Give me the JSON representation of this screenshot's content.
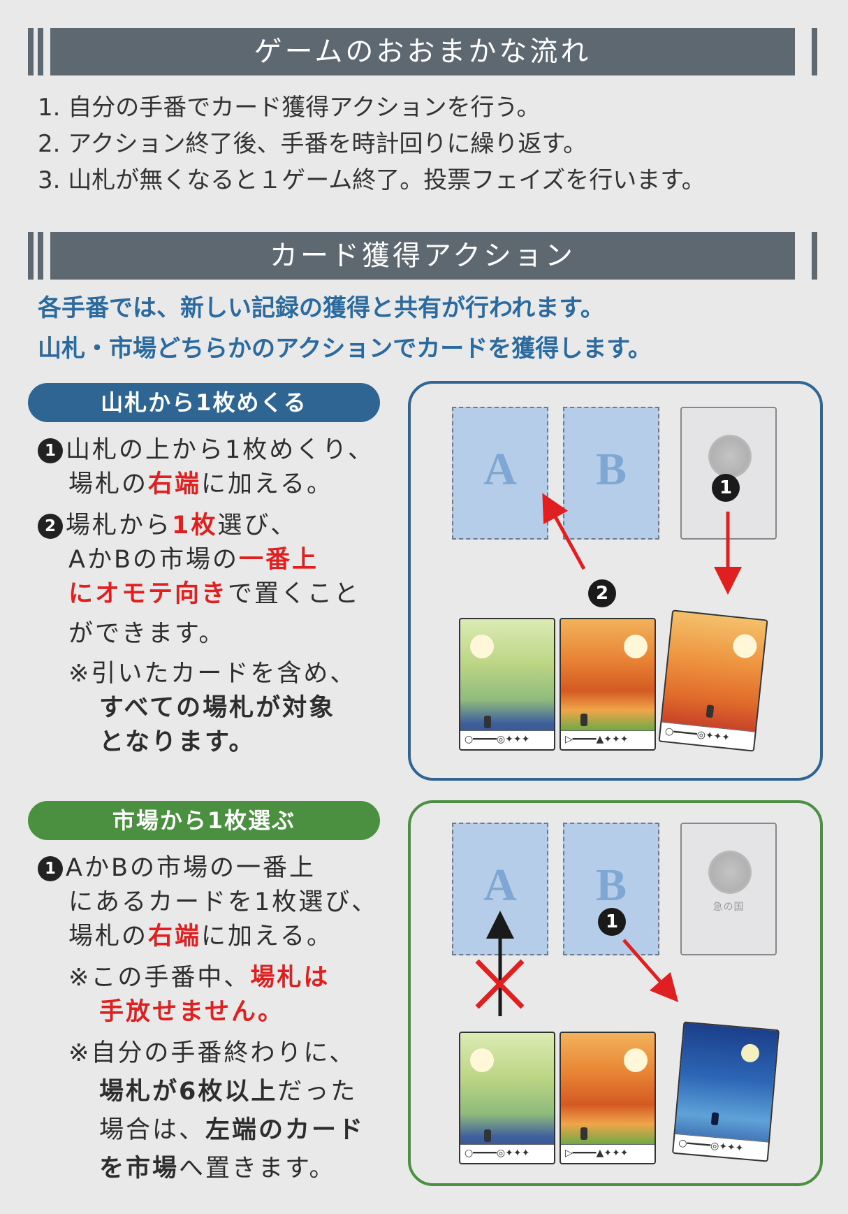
{
  "sections": {
    "flow_title": "ゲームのおおまかな流れ",
    "flow_steps": [
      "1. 自分の手番でカード獲得アクションを行う。",
      "2. アクション終了後、手番を時計回りに繰り返す。",
      "3. 山札が無くなると１ゲーム終了。投票フェイズを行います。"
    ],
    "action_title": "カード獲得アクション",
    "action_lead": [
      "各手番では、新しい記録の獲得と共有が行われます。",
      "山札・市場どちらかのアクションでカードを獲得します。"
    ]
  },
  "deck_draw": {
    "heading": "山札から1枚めくる",
    "markers": {
      "one": "1",
      "two": "2"
    },
    "step1_a": "山札の上から1枚めくり、",
    "step1_b_pre": "場札の",
    "step1_b_red": "右端",
    "step1_b_post": "に加える。",
    "step2_a_pre": "場札から",
    "step2_a_red": "1枚",
    "step2_a_post": "選び、",
    "step2_b_pre": "AかBの市場の",
    "step2_b_red": "一番上",
    "step2_c_red": "にオモテ向き",
    "step2_c_post": "で置くこと",
    "step2_d": "ができます。",
    "note_a": "※引いたカードを含め、",
    "note_b": "すべての場札が対象",
    "note_c": "となります。"
  },
  "market_pick": {
    "heading": "市場から1枚選ぶ",
    "markers": {
      "one": "1"
    },
    "step1_a": "AかBの市場の一番上",
    "step1_b": "にあるカードを1枚選び、",
    "step1_c_pre": "場札の",
    "step1_c_red": "右端",
    "step1_c_post": "に加える。",
    "note1_a_pre": "※この手番中、",
    "note1_a_red": "場札は",
    "note1_b_red": "手放せません。",
    "note2_a": "※自分の手番終わりに、",
    "note2_b_bold": "場札が6枚以上",
    "note2_b_post": "だった",
    "note2_c_pre": "場合は、",
    "note2_c_bold": "左端のカード",
    "note2_d_bold": "を市場",
    "note2_d_post": "へ置きます。"
  },
  "diagram": {
    "slot_a": "A",
    "slot_b": "B",
    "deck_logo": "急の国",
    "card_footer_1": "○━━━━◎✦✦✦",
    "card_footer_2": "▷━━━━▲✦✦✦",
    "card_footer_3": "○━━━━◎✦✦✦",
    "card_footer_4": "○━━━━◎✦✦✦"
  },
  "colors": {
    "banner": "#5d6871",
    "blue_accent": "#2f6592",
    "green_accent": "#4b9040",
    "lead_text": "#2a6a9e",
    "emphasis_red": "#e02020"
  }
}
